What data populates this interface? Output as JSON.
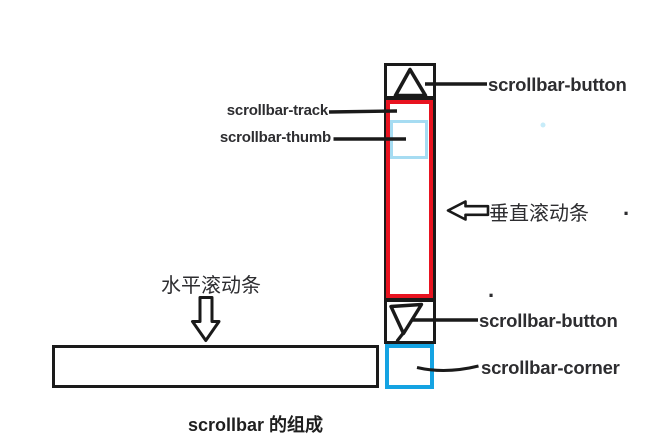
{
  "diagram": {
    "caption": "scrollbar 的组成",
    "labels": {
      "track": "scrollbar-track",
      "thumb": "scrollbar-thumb",
      "top_button": "scrollbar-button",
      "bottom_button": "scrollbar-button",
      "corner": "scrollbar-corner",
      "vertical_bar": "垂直滚动条",
      "horizontal_bar": "水平滚动条"
    },
    "punctuation": {
      "vertical_dot": ".",
      "button_dot": "."
    },
    "icons": {
      "up_arrow": "up-triangle-icon",
      "down_arrow": "down-triangle-icon",
      "left_block_arrow": "left-block-arrow-icon",
      "down_block_arrow": "down-block-arrow-icon"
    },
    "colors": {
      "outline": "#1a1a1a",
      "track_red": "#e81320",
      "thumb_blue": "#a6dcf2",
      "corner_blue": "#15a3e2",
      "label_text": "#2d2d30",
      "stray_dot": "#c7ecf9"
    }
  }
}
